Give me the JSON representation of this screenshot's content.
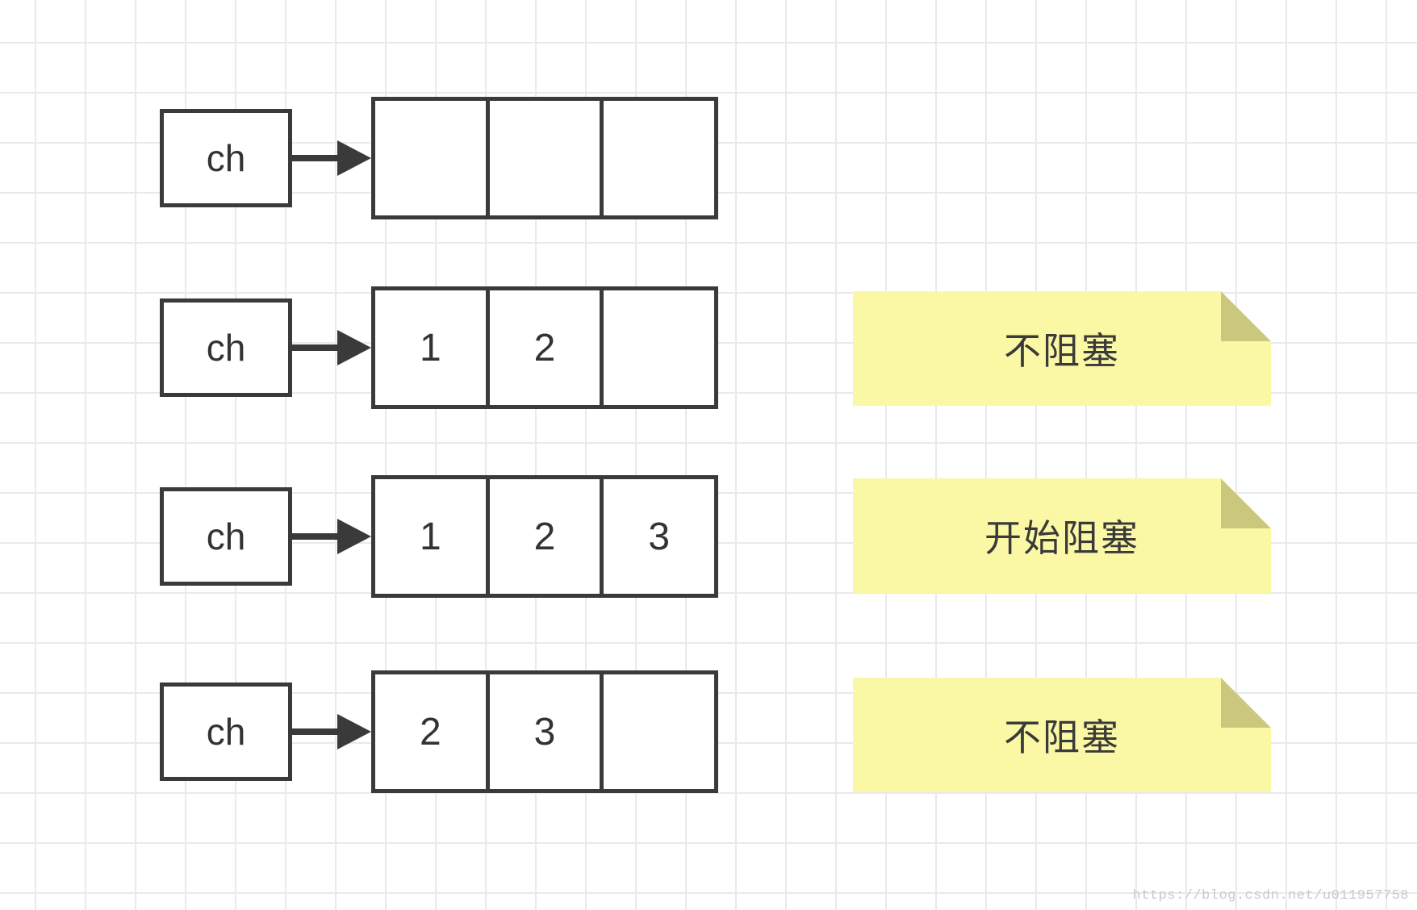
{
  "diagram": {
    "description_labels": {
      "channel": "ch"
    },
    "rows": [
      {
        "label": "ch",
        "cells": [
          "",
          "",
          ""
        ],
        "note": ""
      },
      {
        "label": "ch",
        "cells": [
          "1",
          "2",
          ""
        ],
        "note": "不阻塞"
      },
      {
        "label": "ch",
        "cells": [
          "1",
          "2",
          "3"
        ],
        "note": "开始阻塞"
      },
      {
        "label": "ch",
        "cells": [
          "2",
          "3",
          ""
        ],
        "note": "不阻塞"
      }
    ]
  },
  "watermark": {
    "text": "https://blog.csdn.net/u011957758"
  },
  "colors": {
    "shape_border": "#3a3a3a",
    "shape_fill": "#ffffff",
    "note_fill": "#fbf8a5",
    "note_fold": "#cbc77c",
    "note_text": "#3a3a3a",
    "grid_line": "#e9e9ee",
    "background": "#ffffff",
    "watermark_text": "#c9c9ce"
  }
}
